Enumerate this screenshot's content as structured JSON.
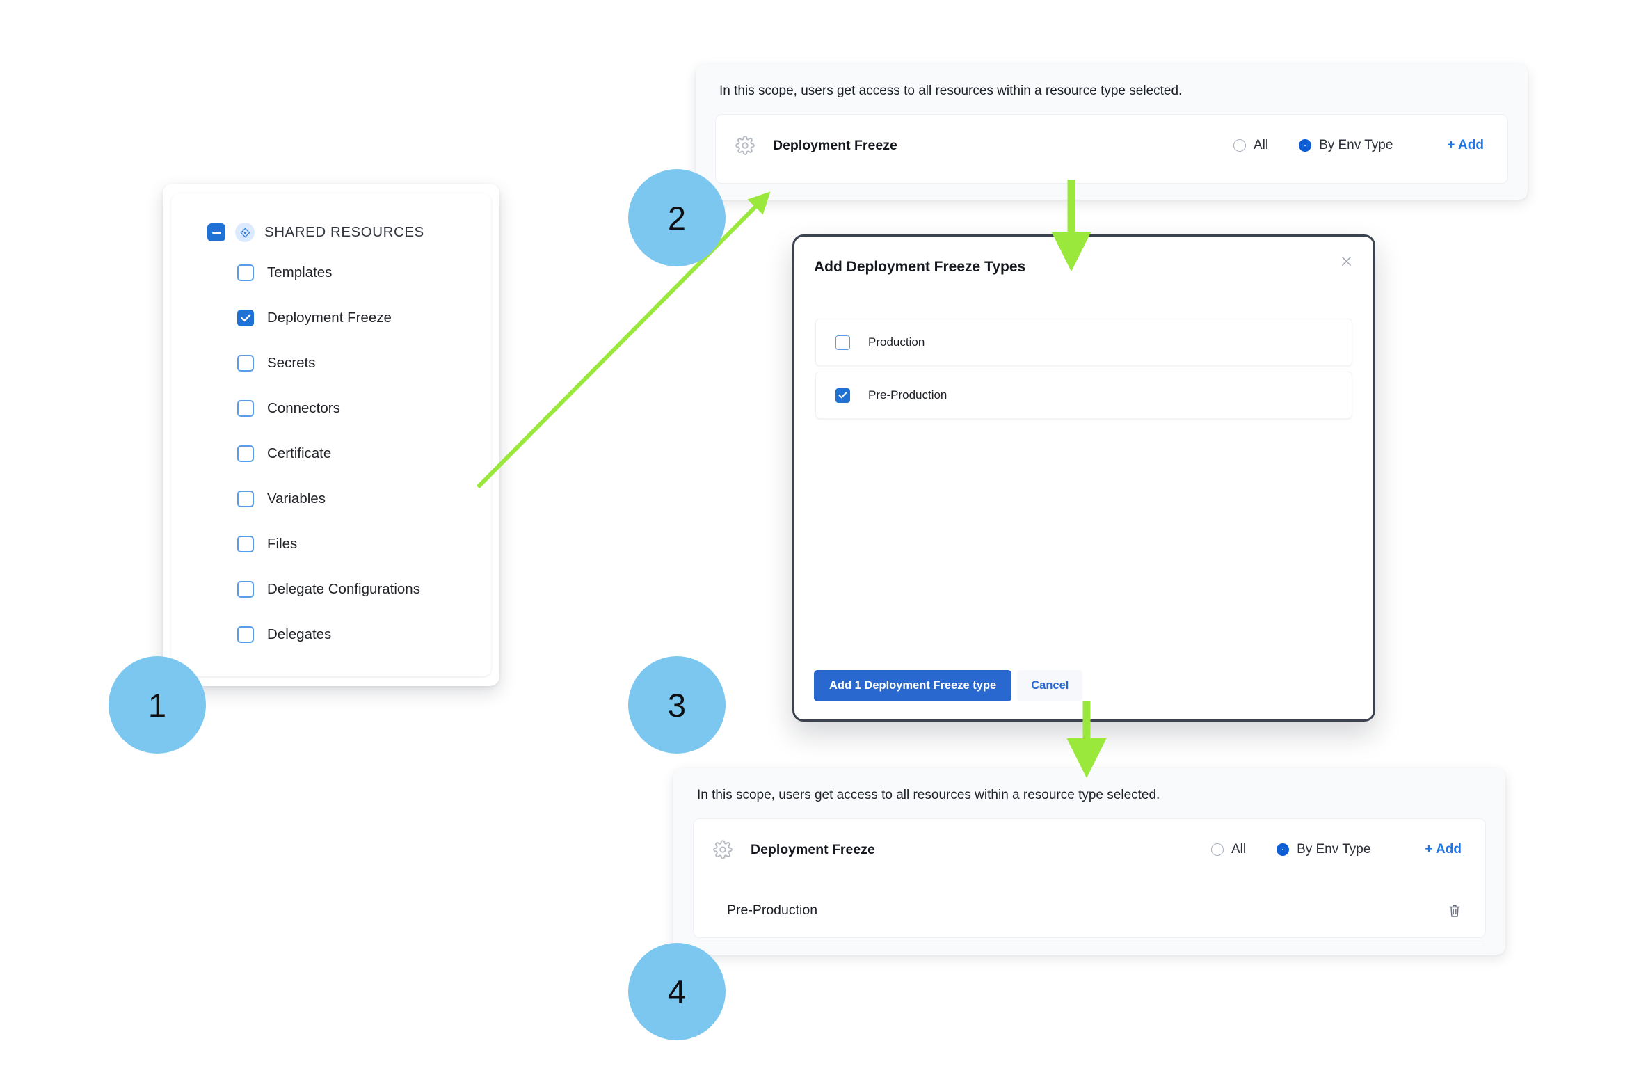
{
  "colors": {
    "accent_blue": "#1f72d4",
    "link_blue": "#1f76e8",
    "badge_blue": "#7cc7ef",
    "arrow_green": "#9ae83c",
    "panel_bg": "#f8fafc",
    "modal_border": "#3c4350"
  },
  "steps": [
    {
      "number": "1"
    },
    {
      "number": "2"
    },
    {
      "number": "3"
    },
    {
      "number": "4"
    }
  ],
  "resources_panel": {
    "header": {
      "label": "SHARED RESOURCES",
      "checkbox_state": "indeterminate",
      "icon": "resource-diamond-icon"
    },
    "items": [
      {
        "label": "Templates",
        "checked": false
      },
      {
        "label": "Deployment Freeze",
        "checked": true
      },
      {
        "label": "Secrets",
        "checked": false
      },
      {
        "label": "Connectors",
        "checked": false
      },
      {
        "label": "Certificate",
        "checked": false
      },
      {
        "label": "Variables",
        "checked": false
      },
      {
        "label": "Files",
        "checked": false
      },
      {
        "label": "Delegate Configurations",
        "checked": false
      },
      {
        "label": "Delegates",
        "checked": false
      }
    ]
  },
  "scope_before": {
    "description": "In this scope, users get access to all resources within a resource type selected.",
    "resource_name": "Deployment Freeze",
    "gear_icon": "gear-icon",
    "radio_options": [
      {
        "label": "All",
        "selected": false
      },
      {
        "label": "By Env Type",
        "selected": true
      }
    ],
    "add_label": "+ Add"
  },
  "modal": {
    "title": "Add Deployment Freeze Types",
    "close_icon": "close-icon",
    "options": [
      {
        "label": "Production",
        "checked": false
      },
      {
        "label": "Pre-Production",
        "checked": true
      }
    ],
    "primary_button": "Add 1 Deployment Freeze type",
    "secondary_button": "Cancel"
  },
  "scope_after": {
    "description": "In this scope, users get access to all resources within a resource type selected.",
    "resource_name": "Deployment Freeze",
    "gear_icon": "gear-icon",
    "radio_options": [
      {
        "label": "All",
        "selected": false
      },
      {
        "label": "By Env Type",
        "selected": true
      }
    ],
    "add_label": "+ Add",
    "selected_env": {
      "label": "Pre-Production",
      "delete_icon": "trash-icon"
    }
  }
}
